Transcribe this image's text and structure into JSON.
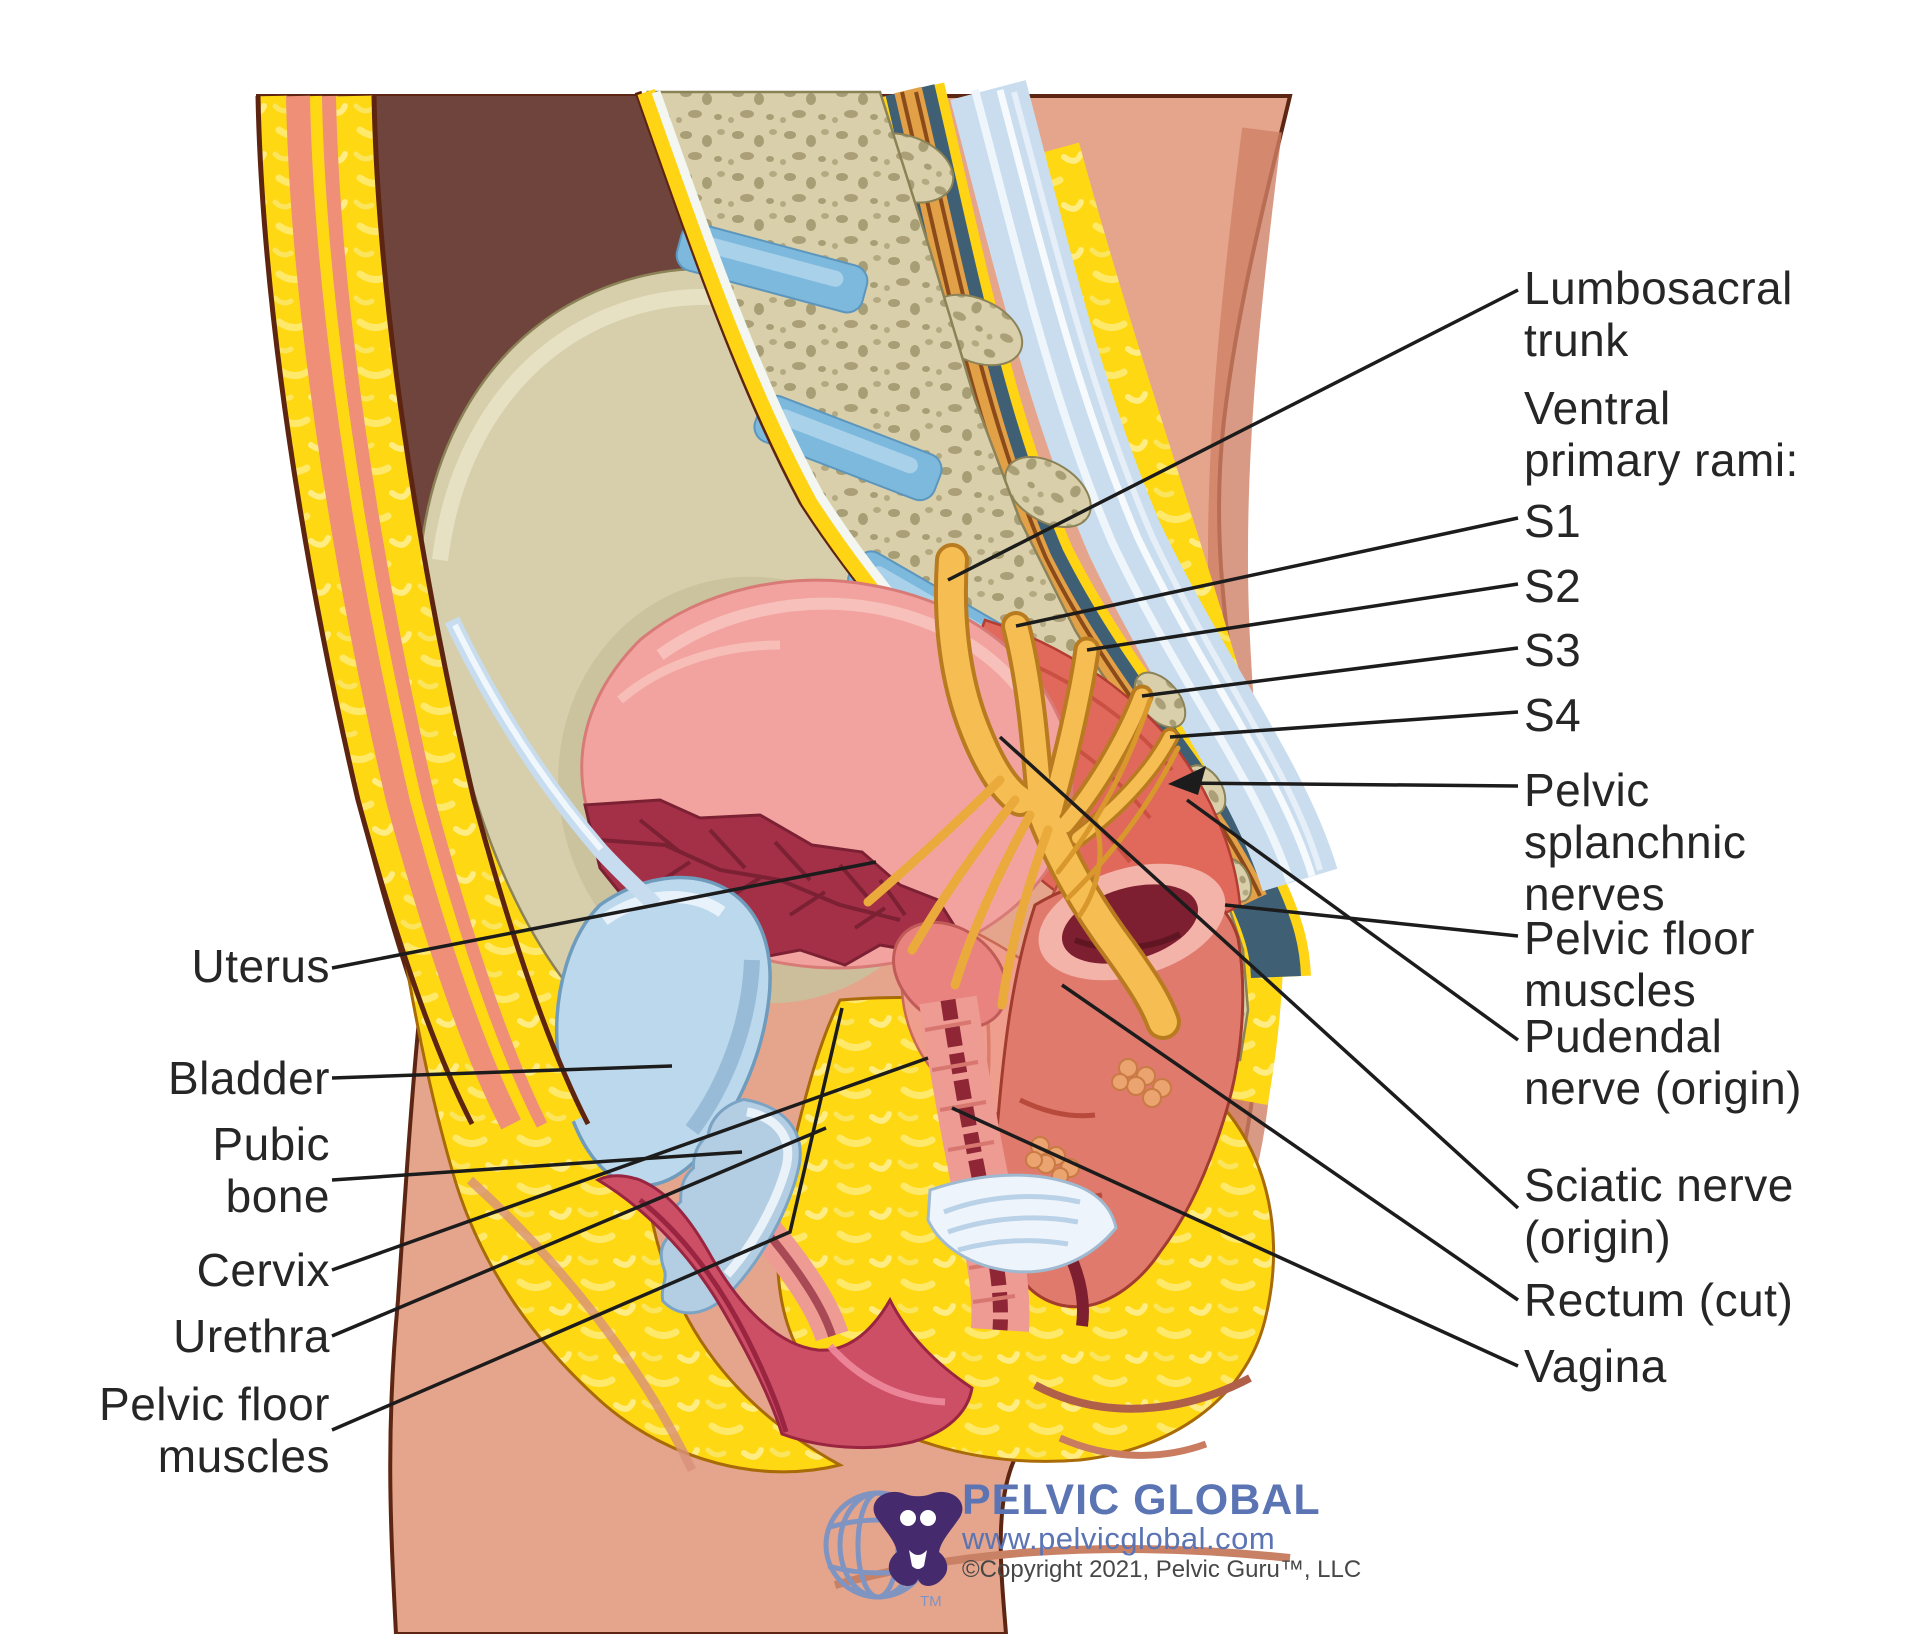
{
  "figure": {
    "type": "anatomical-diagram",
    "subject": "Female pelvis, sagittal section with sacral nerves and pelvic organs"
  },
  "labels": {
    "left": [
      {
        "id": "uterus",
        "lines": [
          "Uterus"
        ]
      },
      {
        "id": "bladder",
        "lines": [
          "Bladder"
        ]
      },
      {
        "id": "pubic-bone",
        "lines": [
          "Pubic",
          "bone"
        ]
      },
      {
        "id": "cervix",
        "lines": [
          "Cervix"
        ]
      },
      {
        "id": "urethra",
        "lines": [
          "Urethra"
        ]
      },
      {
        "id": "pelvic-floor-muscles-left",
        "lines": [
          "Pelvic floor",
          "muscles"
        ]
      }
    ],
    "right": [
      {
        "id": "lumbosacral-trunk",
        "lines": [
          "Lumbosacral",
          "trunk"
        ]
      },
      {
        "id": "ventral-primary-rami",
        "lines": [
          "Ventral",
          "primary rami:"
        ]
      },
      {
        "id": "s1",
        "lines": [
          "S1"
        ]
      },
      {
        "id": "s2",
        "lines": [
          "S2"
        ]
      },
      {
        "id": "s3",
        "lines": [
          "S3"
        ]
      },
      {
        "id": "s4",
        "lines": [
          "S4"
        ]
      },
      {
        "id": "pelvic-splanchnic-nerves",
        "lines": [
          "Pelvic",
          "splanchnic",
          "nerves"
        ]
      },
      {
        "id": "pelvic-floor-muscles-right",
        "lines": [
          "Pelvic floor",
          "muscles"
        ]
      },
      {
        "id": "pudendal-nerve-origin",
        "lines": [
          "Pudendal",
          "nerve (origin)"
        ]
      },
      {
        "id": "sciatic-nerve-origin",
        "lines": [
          "Sciatic nerve",
          "(origin)"
        ]
      },
      {
        "id": "rectum-cut",
        "lines": [
          "Rectum (cut)"
        ]
      },
      {
        "id": "vagina",
        "lines": [
          "Vagina"
        ]
      }
    ]
  },
  "logo": {
    "brand": "PELVIC GLOBAL",
    "url": "www.pelvicglobal.com",
    "copyright": "©Copyright 2021, Pelvic Guru™, LLC",
    "trademark": "TM"
  },
  "colors": {
    "skin": "#e5a58c",
    "skin_shade": "#d08166",
    "fat_yellow": "#ffd814",
    "fat_lobule": "#ffe96a",
    "muscle_red": "#e0695c",
    "bone_beige": "#d9d0ab",
    "disc_blue": "#7db8dd",
    "nerve_yellow": "#f5bd52",
    "cavity_brown": "#6f443c",
    "uterus_pink": "#f2a3a0",
    "uterus_cavity": "#a43048",
    "bladder_blue": "#bcd8ec",
    "rectum_red": "#e07a6c",
    "lumen_dark": "#7d1f30",
    "label_text": "#262626",
    "leader_line": "#1c1c1c",
    "logo_blue": "#5b74b4",
    "logo_purple": "#452a6d"
  }
}
